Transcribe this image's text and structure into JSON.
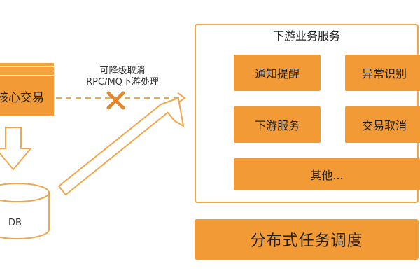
{
  "source": {
    "core_label": "核心交易",
    "db_label": "DB"
  },
  "annotation": {
    "line1": "可降级取消",
    "line2": "RPC/MQ下游处理"
  },
  "downstream_panel": {
    "title": "下游业务服务",
    "services": [
      "通知提醒",
      "异常识别",
      "下游服务",
      "交易取消",
      "其他..."
    ]
  },
  "scheduler_label": "分布式任务调度",
  "colors": {
    "accent": "#f29b36",
    "panel_border": "#f2a64c",
    "x_mark": "#e8862a"
  }
}
